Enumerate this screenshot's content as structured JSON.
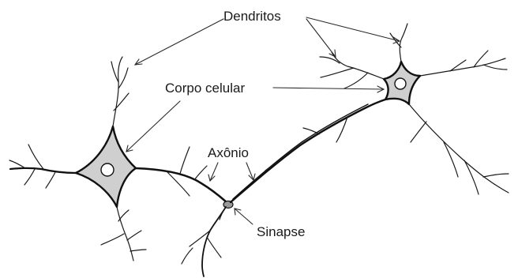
{
  "labels": {
    "dendrites": "Dendritos",
    "cell_body": "Corpo celular",
    "axon": "Axônio",
    "synapse": "Sinapse"
  }
}
